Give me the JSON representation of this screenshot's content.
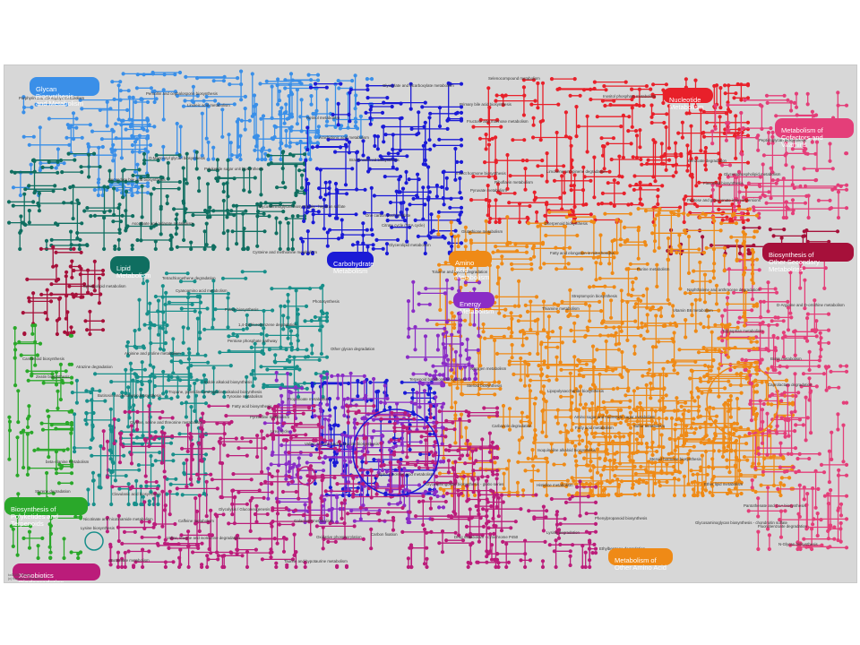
{
  "map": {
    "background": "#d7d7d7",
    "categories": [
      {
        "id": "glycan",
        "label": "Glycan Biosynthesis\nand Metabolism",
        "color": "#3a8fe8"
      },
      {
        "id": "nucleotide",
        "label": "Nucleotide\nMetabolism",
        "color": "#e8202a"
      },
      {
        "id": "cofactors",
        "label": "Metabolism of\nCofactors and Vitamins",
        "color": "#e43e79"
      },
      {
        "id": "lipid",
        "label": "Lipid\nMetabolism",
        "color": "#0f6e60"
      },
      {
        "id": "carbohydrate",
        "label": "Carbohydrate\nMetabolism",
        "color": "#1a1ad6"
      },
      {
        "id": "amino",
        "label": "Amino Acid\nMetabolism",
        "color": "#ef8a16"
      },
      {
        "id": "secondary",
        "label": "Biosynthesis of\nOther Secondary Metabolites",
        "color": "#a6103a"
      },
      {
        "id": "energy",
        "label": "Energy\nMetabolism",
        "color": "#8a2cc6"
      },
      {
        "id": "terpenoids",
        "label": "Biosynthesis of\nPolyketides and Terpenoids",
        "color": "#2aa82a"
      },
      {
        "id": "xenobiotics",
        "label": "Xenobiotics Biodegradation\nand Metabolism",
        "color": "#bb1c7a"
      },
      {
        "id": "other_amino",
        "label": "Metabolism of\nOther Amino Acid",
        "color": "#ef8a16"
      }
    ],
    "pathway_labels": [
      "Lipopolysaccharide biosynthesis",
      "Butirosin and neomycin biosynthesis",
      "Streptomycin biosynthesis",
      "Glycosaminoglycan biosynthesis - heparan sulfate",
      "Glycosaminoglycan biosynthesis - chondroitin sulfate",
      "Purine metabolism",
      "Thiamine metabolism",
      "Riboflavin metabolism",
      "Folate biosynthesis",
      "Vitamin B6 metabolism",
      "One carbon pool by folate",
      "Isoquinoline alkaloid biosynthesis",
      "Indole alkaloid biosynthesis",
      "Pantothenate and CoA biosynthesis",
      "Porphyrin and chlorophyll metabolism",
      "Clavulanic acid biosynthesis",
      "D-Arginine and D-ornithine metabolism",
      "Nicotinate and nicotinamide metabolism",
      "Urea cycle",
      "Tyrosine metabolism",
      "Caffeine metabolism",
      "Pyrimidine metabolism",
      "Ascorbate and aldarate metabolism",
      "Pentose and glucuronate interconversions",
      "Pentose phosphate pathway",
      "Galactose metabolism",
      "Fructose and mannose metabolism",
      "Amino sugar and nucleotide sugar metabolism",
      "Inositol phosphate metabolism",
      "Glycolysis / Gluconeogenesis",
      "Citrate cycle (TCA cycle)",
      "Pyruvate metabolism",
      "Propanoate metabolism",
      "Glyoxylate and dicarboxylate metabolism",
      "Carbon fixation",
      "Methane metabolism",
      "Nitrogen metabolism",
      "Fatty acid biosynthesis",
      "Fatty acid metabolism",
      "Butanoate metabolism",
      "Fatty acid elongation in mitochondria",
      "Glycerolipid metabolism",
      "Glycerophospholipid metabolism",
      "Sphingolipid metabolism",
      "Ether lipid metabolism",
      "alpha-Linolenic acid metabolism",
      "Arachidonic acid metabolism",
      "Linoleic acid metabolism",
      "Steroid biosynthesis",
      "Steroid hormone biosynthesis",
      "Primary bile acid biosynthesis",
      "Secondary bile acid biosynthesis",
      "Terpenoid backbone biosynthesis",
      "Diterpenoid biosynthesis",
      "Carotenoid biosynthesis",
      "Flavonoid biosynthesis",
      "Zeatin biosynthesis",
      "Insect hormone biosynthesis",
      "Brassinosteroid biosynthesis",
      "Phenylpropanoid biosynthesis",
      "Benzoate degradation",
      "Toluene and xylene degradation",
      "Naphthalene and anthracene degradation",
      "Fluorobenzoate degradation",
      "Styrene degradation",
      "Ethylbenzene degradation",
      "Carbazole degradation",
      "1,4-Dichlorobenzene degradation",
      "Caprolactam degradation",
      "Atrazine degradation",
      "Drug metabolism - cytochrome P450",
      "Tetrachloroethene degradation",
      "Glutathione metabolism",
      "Taurine and hypotaurine metabolism",
      "Lysine biosynthesis",
      "Lysine degradation",
      "Tryptophan metabolism",
      "Histidine metabolism",
      "Glycine, serine and threonine metabolism",
      "Valine, leucine and isoleucine biosynthesis",
      "Valine, leucine and isoleucine degradation",
      "Cysteine and methionine metabolism",
      "Arginine and proline metabolism",
      "Tropane, piperidine and pyridine alkaloid biosynthesis",
      "Selenocompound metabolism",
      "Cyanoamino acid metabolism",
      "beta-Alanine metabolism",
      "Penicillin and cephalosporin biosynthesis",
      "Oxidative phosphorylation",
      "Photosynthesis",
      "Sulfur metabolism",
      "Biotin metabolism",
      "Retinol metabolism",
      "Limonene and pinene degradation",
      "Polyketide sugar unit biosynthesis",
      "Peptidoglycan biosynthesis",
      "N-Glycan biosynthesis",
      "O-Mannosyl glycan biosynthesis",
      "Glycosphingolipid biosynthesis - globo series",
      "Other glycan degradation"
    ],
    "credits": "ko01100 5/25/20\n(c) Kanehisa Laboratories"
  }
}
